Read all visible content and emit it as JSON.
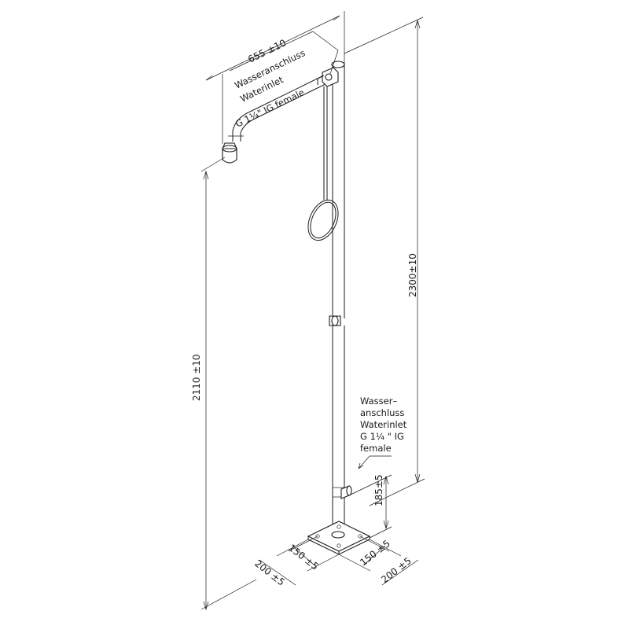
{
  "drawing": {
    "dimensions": {
      "arm_length": "655 ±10",
      "head_height": "2110 ±10",
      "total_height": "2300±10",
      "inlet_height": "185±5",
      "plate_hole_left": "150 ±5",
      "plate_hole_right": "150 ±5",
      "plate_width_left": "200 ±5",
      "plate_width_right": "200 ±5"
    },
    "top_inlet": {
      "line1": "Wasseranschluss",
      "line2": "Waterinlet",
      "line3": "G 1¼\" IG female"
    },
    "bottom_inlet": {
      "line1": "Wasser–",
      "line2": "anschluss",
      "line3": "Waterinlet",
      "line4": "G 1¼ \" IG",
      "line5": "female"
    }
  }
}
